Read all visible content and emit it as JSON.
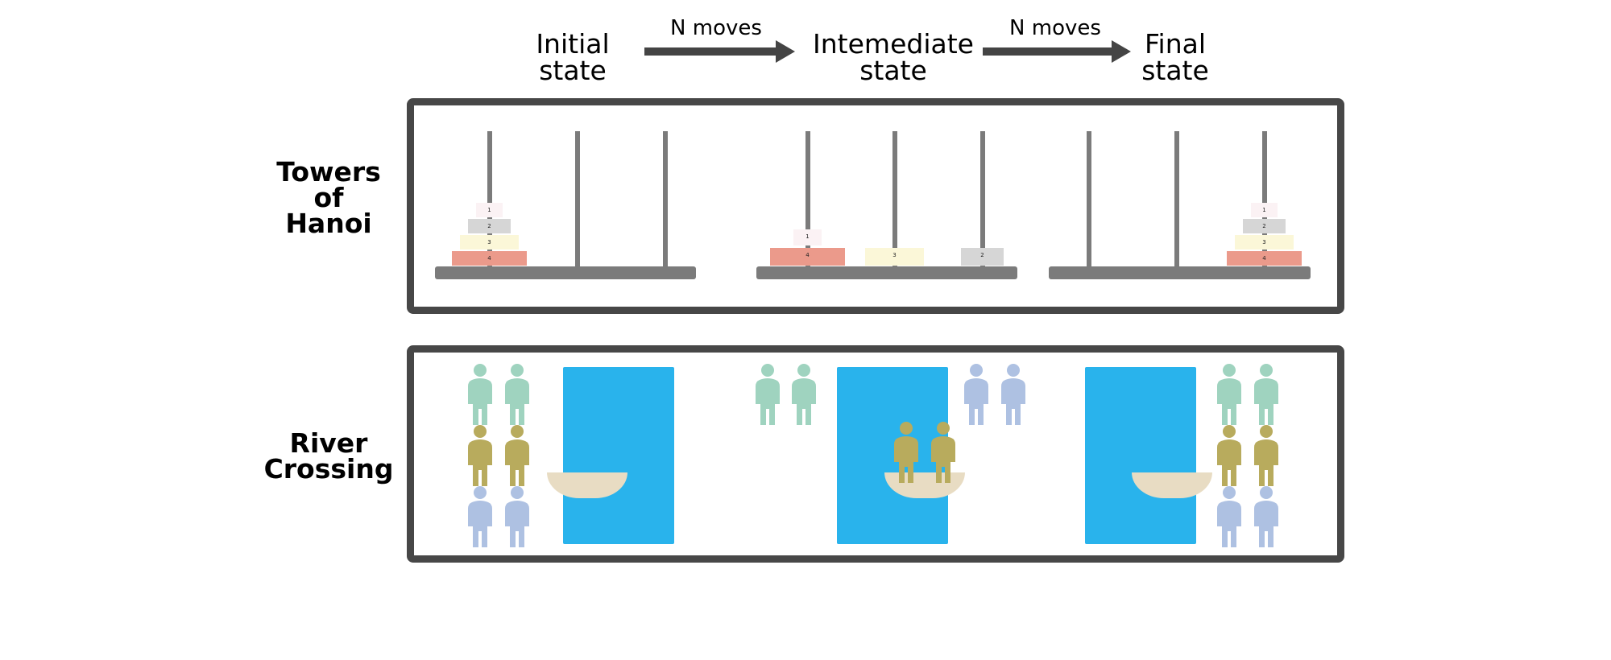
{
  "header": {
    "states": [
      {
        "line1": "Initial",
        "line2": "state"
      },
      {
        "line1": "Intemediate",
        "line2": "state"
      },
      {
        "line1": "Final",
        "line2": "state"
      }
    ],
    "transitions": [
      "N moves",
      "N moves"
    ]
  },
  "rows": [
    {
      "line1": "Towers",
      "line2": "of",
      "line3": "Hanoi"
    },
    {
      "line1": "River",
      "line2": "Crossing"
    }
  ],
  "hanoi": {
    "disk_labels": [
      "1",
      "2",
      "3",
      "4"
    ],
    "disk_colors": {
      "1": "#fbf2f4",
      "2": "#d6d6d6",
      "3": "#fbf7d8",
      "4": "#eb9a8b"
    }
  },
  "river": {
    "colors": {
      "water": "#29b3ec",
      "boat": "#e8dcc3",
      "group_a": "#9fd3bf",
      "group_b": "#b8ab5d",
      "group_c": "#aec1e2"
    }
  }
}
